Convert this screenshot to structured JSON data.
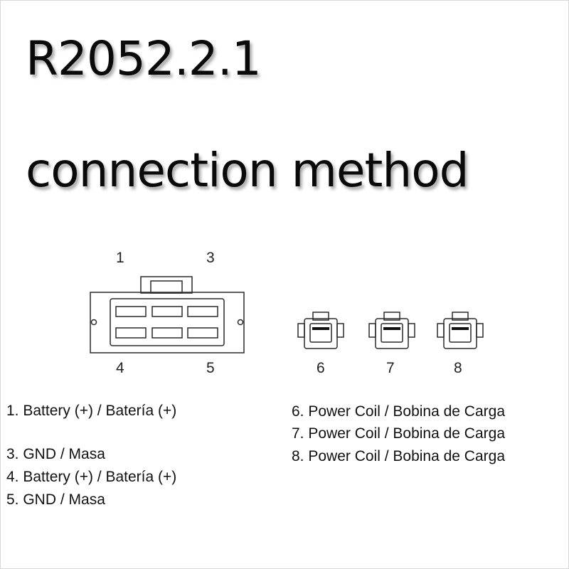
{
  "title": {
    "model": "R2052.2.1",
    "subtitle": "connection method"
  },
  "diagram": {
    "main_connector_labels": {
      "top_left": "1",
      "top_right": "3",
      "bottom_left": "4",
      "bottom_right": "5"
    },
    "single_connector_labels": [
      "6",
      "7",
      "8"
    ]
  },
  "legend": {
    "left": [
      "1. Battery (+) / Batería (+)",
      "3. GND / Masa",
      "4. Battery (+) / Batería (+)",
      "5. GND / Masa"
    ],
    "right": [
      "6. Power Coil / Bobina de Carga",
      "7. Power Coil / Bobina de Carga",
      "8. Power Coil / Bobina de Carga"
    ]
  }
}
